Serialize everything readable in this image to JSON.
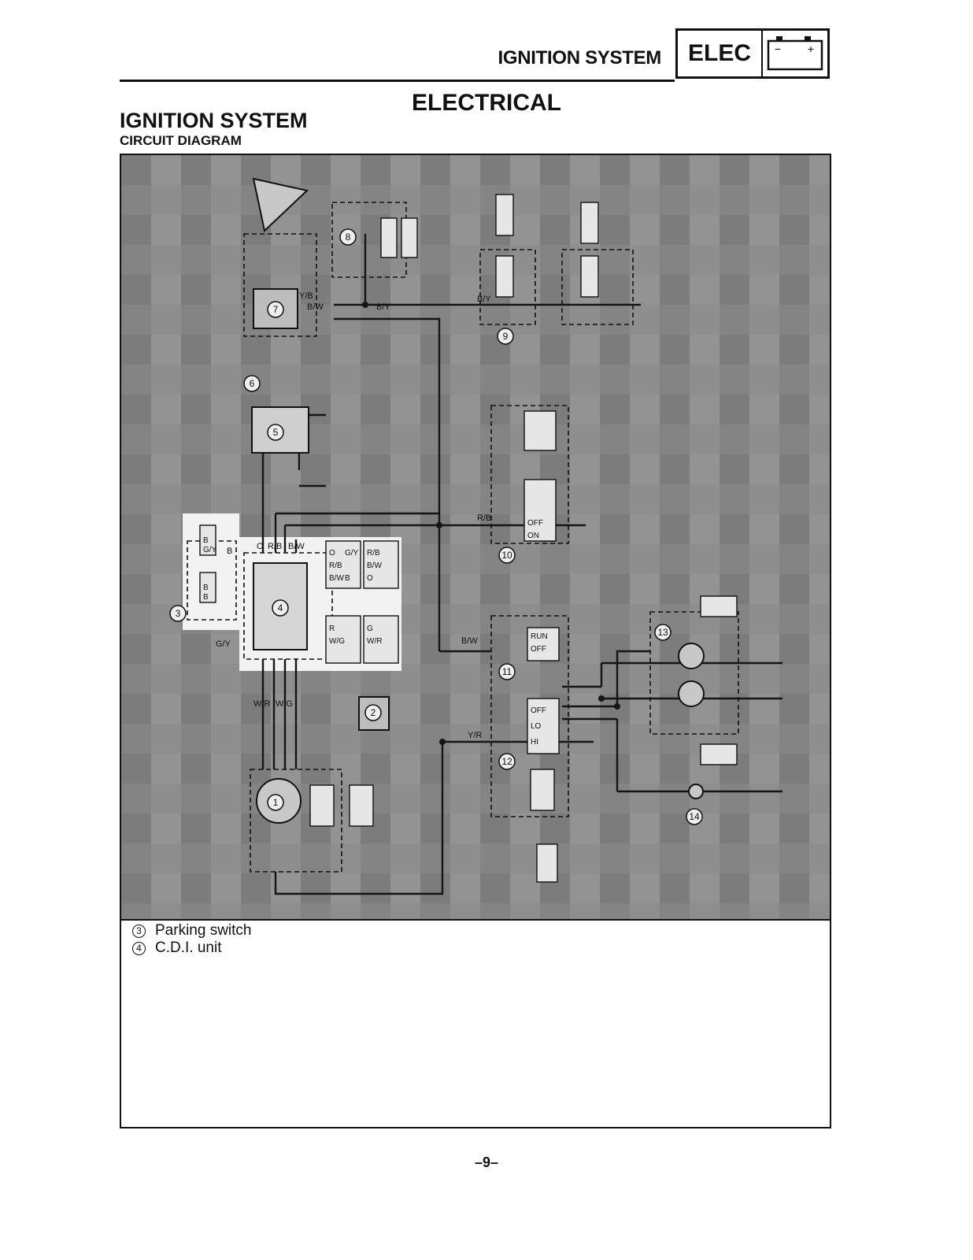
{
  "header": {
    "title": "IGNITION SYSTEM",
    "badge": "ELEC",
    "battery_icon": "battery-icon",
    "battery_minus": "−",
    "battery_plus": "+"
  },
  "section_heading": "ELECTRICAL",
  "page_title": "IGNITION SYSTEM",
  "page_subtitle": "CIRCUIT DIAGRAM",
  "diagram": {
    "wire_labels": [
      "B/Y",
      "B/W",
      "Y/B",
      "B",
      "R/B",
      "B/W",
      "O",
      "G/Y",
      "W/R",
      "W/G",
      "Y/R",
      "B/W",
      "R/B",
      "B/Y"
    ],
    "switch_labels": [
      "OFF",
      "ON",
      "RUN",
      "OFF",
      "OFF",
      "LO",
      "HI"
    ],
    "callouts": [
      "1",
      "2",
      "3",
      "4",
      "5",
      "6",
      "7",
      "8",
      "9",
      "10",
      "11",
      "12",
      "13",
      "14"
    ],
    "connector_codes": [
      "B",
      "G/Y",
      "B",
      "B",
      "O",
      "R/B",
      "B/W",
      "G/Y",
      "B",
      "R/B",
      "B/W",
      "O",
      "R",
      "W/G",
      "G",
      "W/R"
    ],
    "colors": {
      "background": "#8f8f8f",
      "stripe": "#7a7a7a",
      "wire": "#151515",
      "highlight": "#f4f4f4"
    }
  },
  "legend": [
    {
      "num": "3",
      "label": "Parking switch"
    },
    {
      "num": "4",
      "label": "C.D.I. unit"
    }
  ],
  "page_number": "–9–"
}
